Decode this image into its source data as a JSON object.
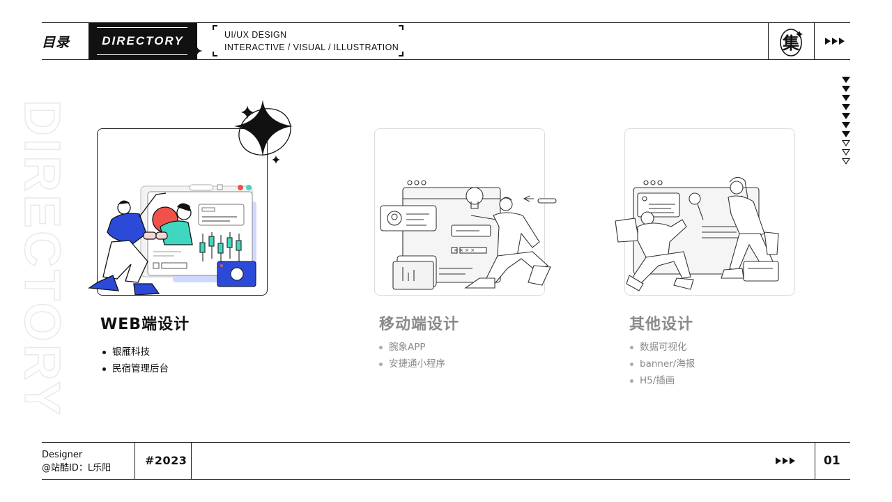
{
  "header": {
    "title": "目录",
    "badge": "DIRECTORY",
    "tag_line1": "UI/UX DESIGN",
    "tag_line2": "INTERACTIVE / VISUAL / ILLUSTRATION",
    "logo_char": "集"
  },
  "watermark": "DIRECTORY",
  "sections": [
    {
      "title": "WEB端设计",
      "items": [
        "银雁科技",
        "民宿管理后台"
      ],
      "active": true
    },
    {
      "title": "移动端设计",
      "items": [
        "腕象APP",
        "安捷通小程序"
      ],
      "active": false
    },
    {
      "title": "其他设计",
      "items": [
        "数据可视化",
        "banner/海报",
        "H5/插画"
      ],
      "active": false
    }
  ],
  "footer": {
    "designer_label": "Designer",
    "designer_id": "@站酷ID：L乐阳",
    "year": "#2023",
    "page_number": "01"
  },
  "colors": {
    "accent_blue": "#2b4ad8",
    "accent_teal": "#3fd7c0",
    "accent_red": "#f0524a",
    "ink": "#111111",
    "muted": "#8a8a8a"
  },
  "pager": {
    "total": 10,
    "current_filled": 7
  }
}
